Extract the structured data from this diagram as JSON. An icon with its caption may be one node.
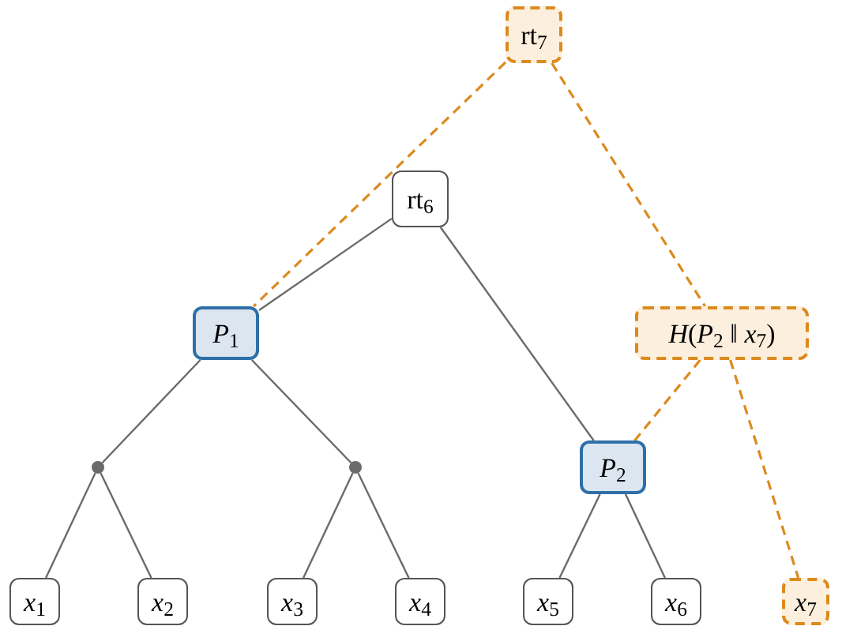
{
  "diagram": {
    "nodes": [
      {
        "text": [
          "rt$_{7}$"
        ]
      },
      {
        "text": [
          "rt$_{6}$"
        ]
      },
      {
        "text": [
          "*P*$_{1}$"
        ]
      },
      {
        "text": [
          "*H*(*P*$_{2}$ ‖ *x*$_{7}$)"
        ]
      },
      {
        "text": [],
        "shape": "circle"
      },
      {
        "text": [],
        "shape": "circle"
      },
      {
        "text": [
          "*P*$_{2}$"
        ]
      },
      {
        "text": [
          "*x*$_{1}$"
        ]
      },
      {
        "text": [
          "*x*$_{2}$"
        ]
      },
      {
        "text": [
          "*x*$_{3}$"
        ]
      },
      {
        "text": [
          "*x*$_{4}$"
        ]
      },
      {
        "text": [
          "*x*$_{5}$"
        ]
      },
      {
        "text": [
          "*x*$_{6}$"
        ]
      },
      {
        "text": [
          "*x*$_{7}$"
        ]
      }
    ],
    "edges": [
      {
        "from": 1,
        "to": 2,
        "arrow": "none"
      },
      {
        "from": 1,
        "to": 6,
        "arrow": "none"
      },
      {
        "from": 2,
        "to": 4,
        "arrow": "none"
      },
      {
        "from": 2,
        "to": 5,
        "arrow": "none"
      },
      {
        "from": 4,
        "to": 7,
        "arrow": "none"
      },
      {
        "from": 4,
        "to": 8,
        "arrow": "none"
      },
      {
        "from": 5,
        "to": 9,
        "arrow": "none"
      },
      {
        "from": 5,
        "to": 10,
        "arrow": "none"
      },
      {
        "from": 6,
        "to": 11,
        "arrow": "none"
      },
      {
        "from": 6,
        "to": 12,
        "arrow": "none"
      },
      {
        "from": 0,
        "to": 2,
        "arrow": "none",
        "style": "dashed",
        "color": "#dc8a1e"
      },
      {
        "from": 0,
        "to": 3,
        "arrow": "none",
        "style": "dashed",
        "color": "#dc8a1e"
      },
      {
        "from": 3,
        "to": 6,
        "arrow": "none",
        "style": "dashed",
        "color": "#dc8a1e"
      },
      {
        "from": 3,
        "to": 13,
        "arrow": "none",
        "style": "dashed",
        "color": "#dc8a1e"
      }
    ]
  }
}
